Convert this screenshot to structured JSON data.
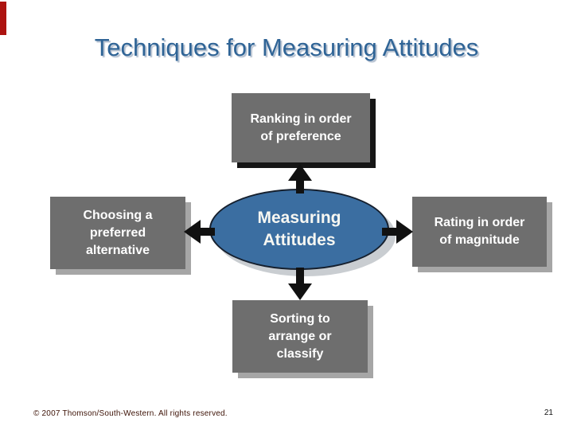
{
  "slide": {
    "title": "Techniques for Measuring Attitudes",
    "footer": "© 2007 Thomson/South-Western. All rights reserved.",
    "page_number": "21"
  },
  "diagram": {
    "center": {
      "id": "measuring-attitudes",
      "lines": [
        "Measuring",
        "Attitudes"
      ]
    },
    "nodes": [
      {
        "id": "ranking",
        "position": "top",
        "lines": [
          "Ranking in order",
          "of preference"
        ]
      },
      {
        "id": "choosing",
        "position": "left",
        "lines": [
          "Choosing a",
          "preferred",
          "alternative"
        ]
      },
      {
        "id": "rating",
        "position": "right",
        "lines": [
          "Rating in order",
          "of magnitude"
        ]
      },
      {
        "id": "sorting",
        "position": "bottom",
        "lines": [
          "Sorting to",
          "arrange or",
          "classify"
        ]
      }
    ],
    "arrows": [
      "up",
      "left",
      "right",
      "down"
    ]
  },
  "colors": {
    "title_blue": "#2F6496",
    "title_shadow": "#B3BFCF",
    "node_gray": "#6E6E6E",
    "node_shadow_black": "#161616",
    "node_shadow_gray": "#A6A6A6",
    "center_blue": "#3B6EA1",
    "center_shadow_silver": "#C9CDD1",
    "accent_red": "#AD1310",
    "node_text": "#FFFFFF",
    "arrow_black": "#111111",
    "footer_maroon": "#3D1206"
  }
}
